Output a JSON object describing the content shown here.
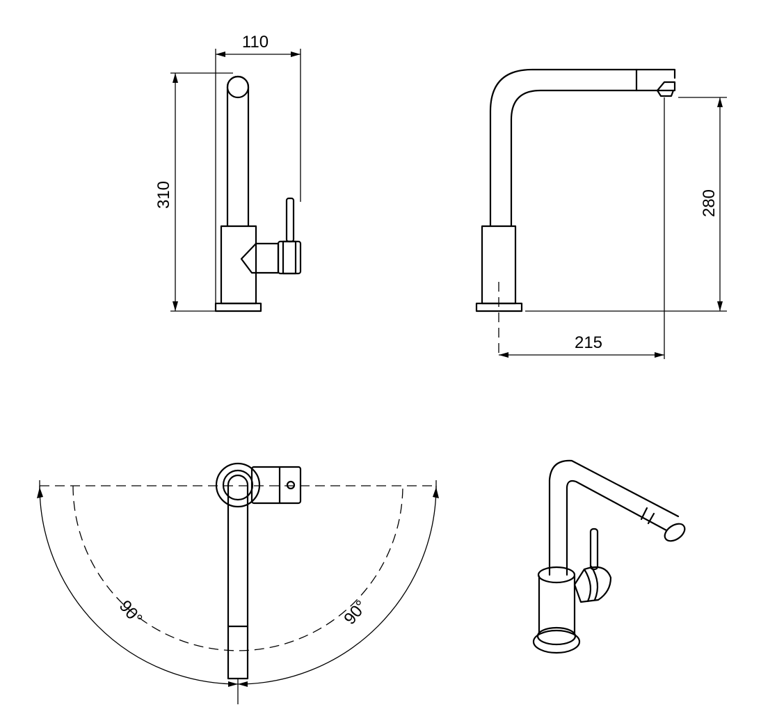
{
  "drawing": {
    "front_view": {
      "width_label": "110",
      "height_label": "310"
    },
    "side_view": {
      "height_label": "280",
      "reach_label": "215"
    },
    "top_view": {
      "left_angle_label": "90°",
      "right_angle_label": "90°"
    },
    "line_color": "#000000",
    "background": "#ffffff"
  }
}
